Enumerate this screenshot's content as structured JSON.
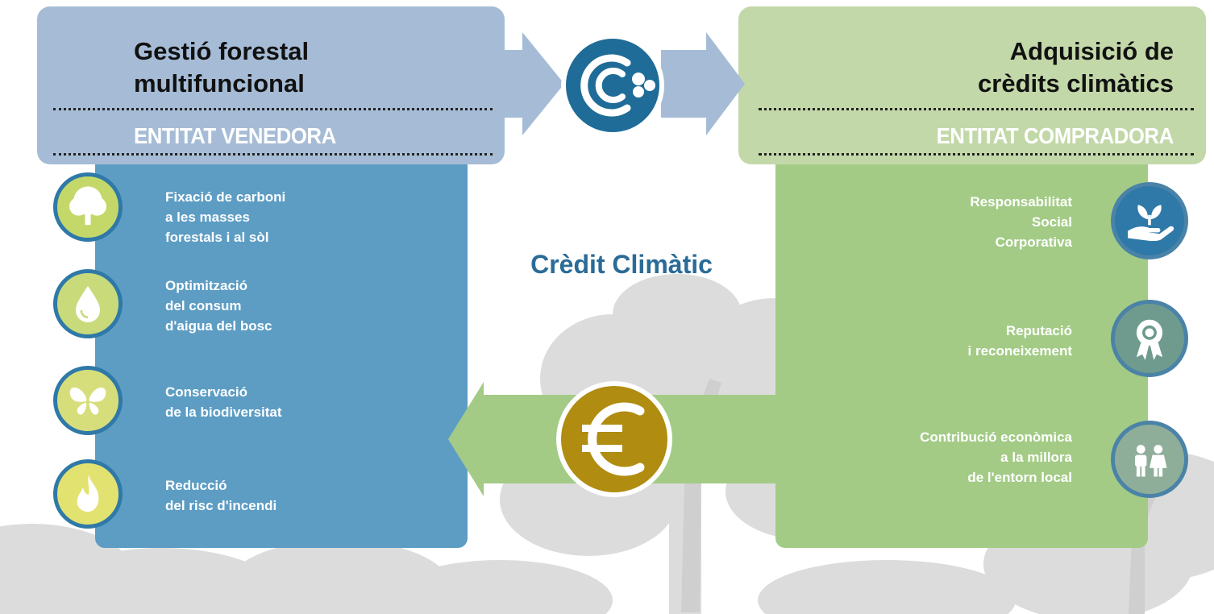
{
  "seller": {
    "title": "Gestió forestal\nmultifuncional",
    "subtitle": "ENTITAT VENEDORA",
    "benefits": [
      {
        "label": "Fixació de carboni\na les masses\nforestals i al sòl",
        "icon": "tree-icon"
      },
      {
        "label": "Optimització\ndel consum\nd'aigua del bosc",
        "icon": "water-drop-icon"
      },
      {
        "label": "Conservació\nde la biodiversitat",
        "icon": "butterfly-icon"
      },
      {
        "label": "Reducció\ndel risc d'incendi",
        "icon": "flame-icon"
      }
    ]
  },
  "buyer": {
    "title": "Adquisició de\ncrèdits climàtics",
    "subtitle": "ENTITAT COMPRADORA",
    "benefits": [
      {
        "label": "Responsabilitat\nSocial\nCorporativa",
        "icon": "hand-plant-icon"
      },
      {
        "label": "Reputació\ni reconeixement",
        "icon": "award-ribbon-icon"
      },
      {
        "label": "Contribució econòmica\na la millora\nde l'entorn local",
        "icon": "people-icon"
      }
    ]
  },
  "center": {
    "label": "Crèdit Climàtic",
    "top_icon": "climate-credit-logo-icon",
    "bottom_icon": "euro-icon"
  },
  "colors": {
    "seller_header": "#a6bcd6",
    "seller_panel": "#5d9dc4",
    "buyer_header": "#c3d8a9",
    "buyer_panel": "#a3cb86",
    "euro": "#b08c10",
    "credit_logo": "#1f6c98"
  }
}
